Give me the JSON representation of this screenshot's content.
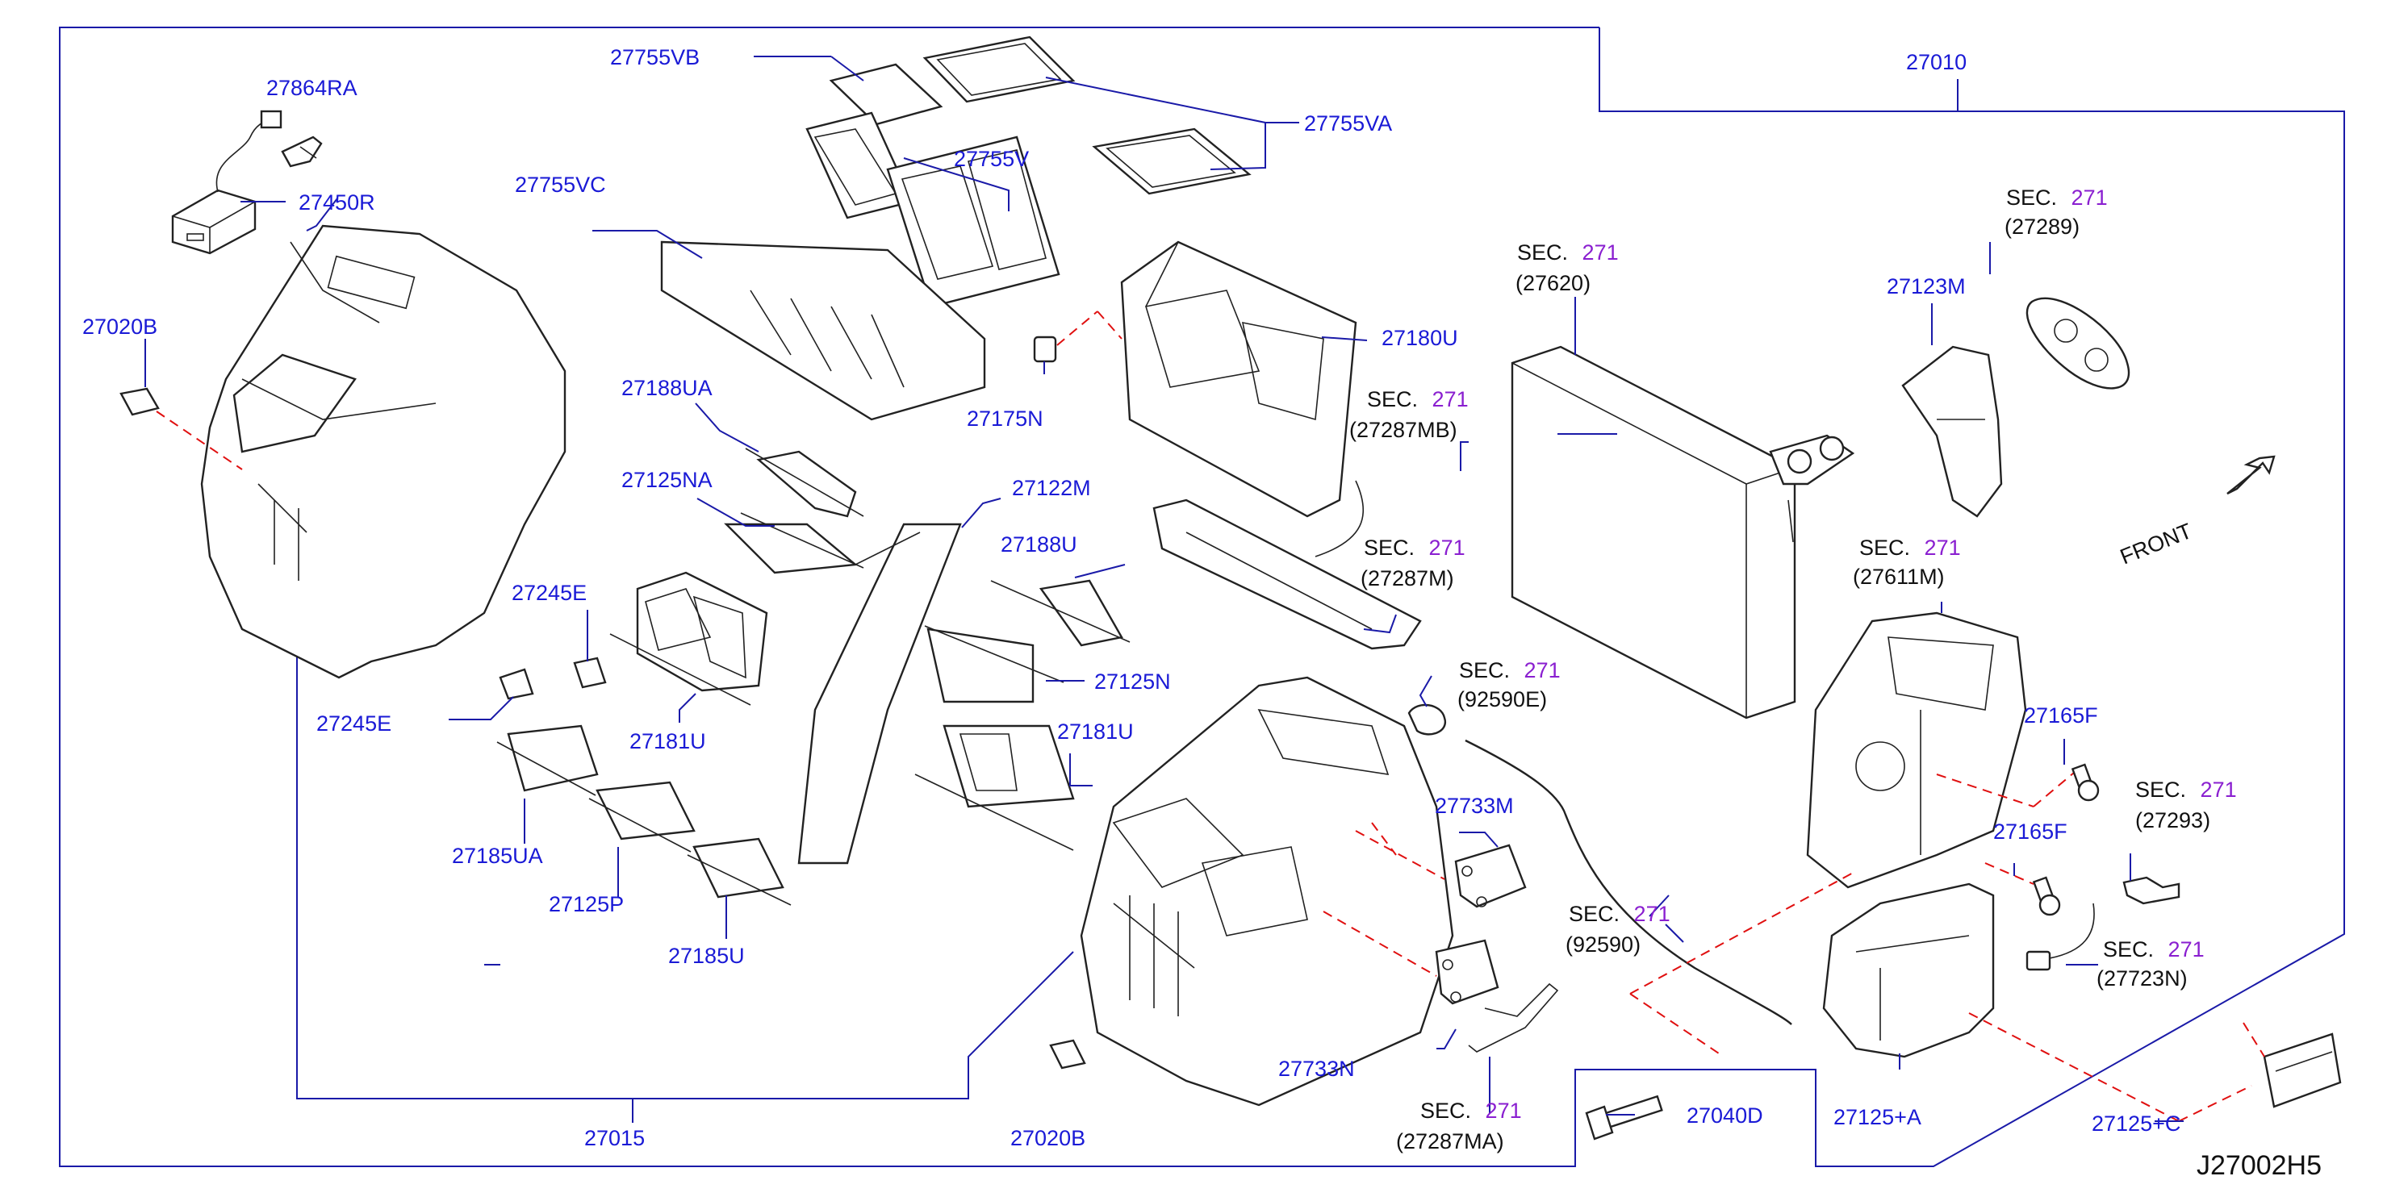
{
  "diagram_code": "J27002H5",
  "front_label": "FRONT",
  "sec_prefix": "SEC.",
  "sec_number": "271",
  "parts": {
    "p27010": "27010",
    "p27015": "27015",
    "p27864RA": "27864RA",
    "p27450R": "27450R",
    "p27020B_top": "27020B",
    "p27020B_bottom": "27020B",
    "p27755VB": "27755VB",
    "p27755VA": "27755VA",
    "p27755V": "27755V",
    "p27755VC": "27755VC",
    "p27180U": "27180U",
    "p27175N": "27175N",
    "p27188UA": "27188UA",
    "p27125NA": "27125NA",
    "p27122M": "27122M",
    "p27188U": "27188U",
    "p27245E_upper": "27245E",
    "p27245E_lower": "27245E",
    "p27181U_left": "27181U",
    "p27181U_right": "27181U",
    "p27125N": "27125N",
    "p27185UA": "27185UA",
    "p27125P": "27125P",
    "p27185U": "27185U",
    "p27733M": "27733M",
    "p27733N": "27733N",
    "p27123M": "27123M",
    "p27165F_upper": "27165F",
    "p27165F_lower": "27165F",
    "p27040D": "27040D",
    "p27125A": "27125+A",
    "p27125C": "27125+C"
  },
  "sec_refs": {
    "r27620": "(27620)",
    "r27289": "(27289)",
    "r27287MB": "(27287MB)",
    "r27287M": "(27287M)",
    "r27611M": "(27611M)",
    "r92590E": "(92590E)",
    "r92590": "(92590)",
    "r27293": "(27293)",
    "r27723N": "(27723N)",
    "r27287MA": "(27287MA)"
  }
}
